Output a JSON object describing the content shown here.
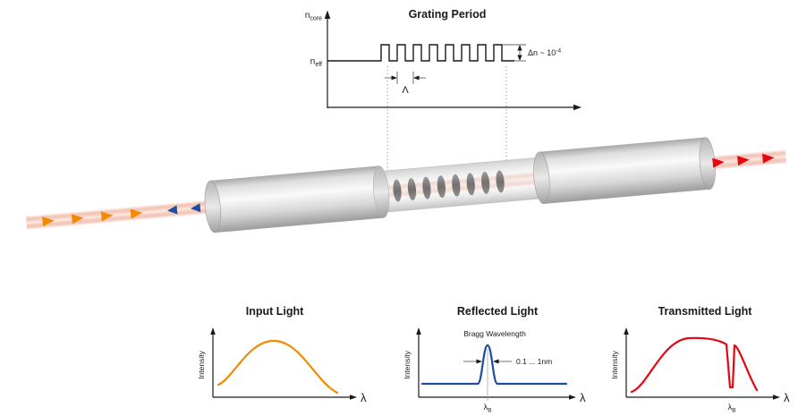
{
  "colors": {
    "orange": "#F18A00",
    "blue": "#1C4FA1",
    "red": "#E30613"
  },
  "top_graph": {
    "title": "Grating Period",
    "n": "n",
    "core": "core",
    "eff": "eff",
    "period_symbol": "Λ",
    "delta_n": "Δn ~ 10",
    "delta_n_exp": "-4"
  },
  "plots": {
    "input": {
      "title": "Input Light",
      "ylabel": "Intensity",
      "xlabel": "λ"
    },
    "reflected": {
      "title": "Reflected Light",
      "ylabel": "Intensity",
      "xlabel": "λ",
      "annotation": "Bragg Wavelength",
      "bandwidth": "0.1 ... 1nm",
      "lambda": "λ",
      "lambda_sub": "B"
    },
    "transmitted": {
      "title": "Transmitted Light",
      "ylabel": "Intensity",
      "xlabel": "λ",
      "lambda": "λ",
      "lambda_sub": "B"
    }
  }
}
